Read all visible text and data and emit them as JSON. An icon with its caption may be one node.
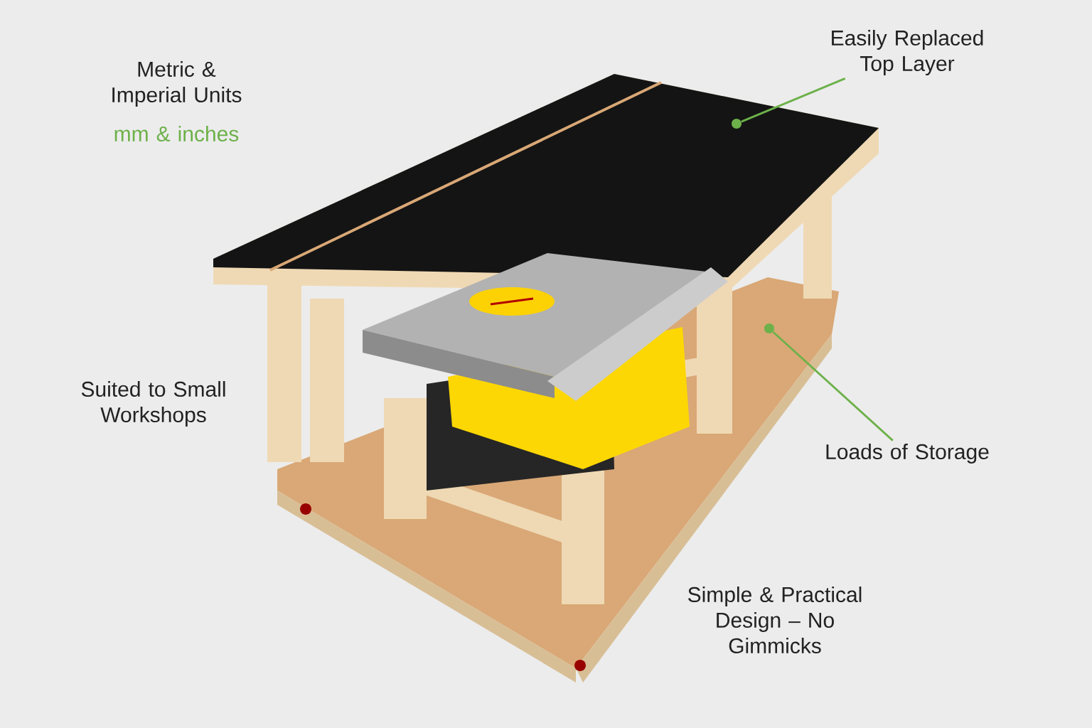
{
  "diagram": {
    "nodes": [
      {
        "text": [
          "Easily Replaced Top Layer"
        ]
      },
      {
        "text": [],
        "shape": "circle"
      },
      {
        "text": [
          "Loads of Storage"
        ]
      },
      {
        "text": [],
        "shape": "circle"
      }
    ],
    "edges": [
      {
        "from": 0,
        "to": 1,
        "arrow": "none"
      },
      {
        "from": 2,
        "to": 3,
        "arrow": "none"
      }
    ],
    "labels": [
      "Metric & Imperial Units",
      "mm & inches",
      "Suited to Small Workshops",
      "Simple & Practical Design – No Gimmicks"
    ]
  }
}
